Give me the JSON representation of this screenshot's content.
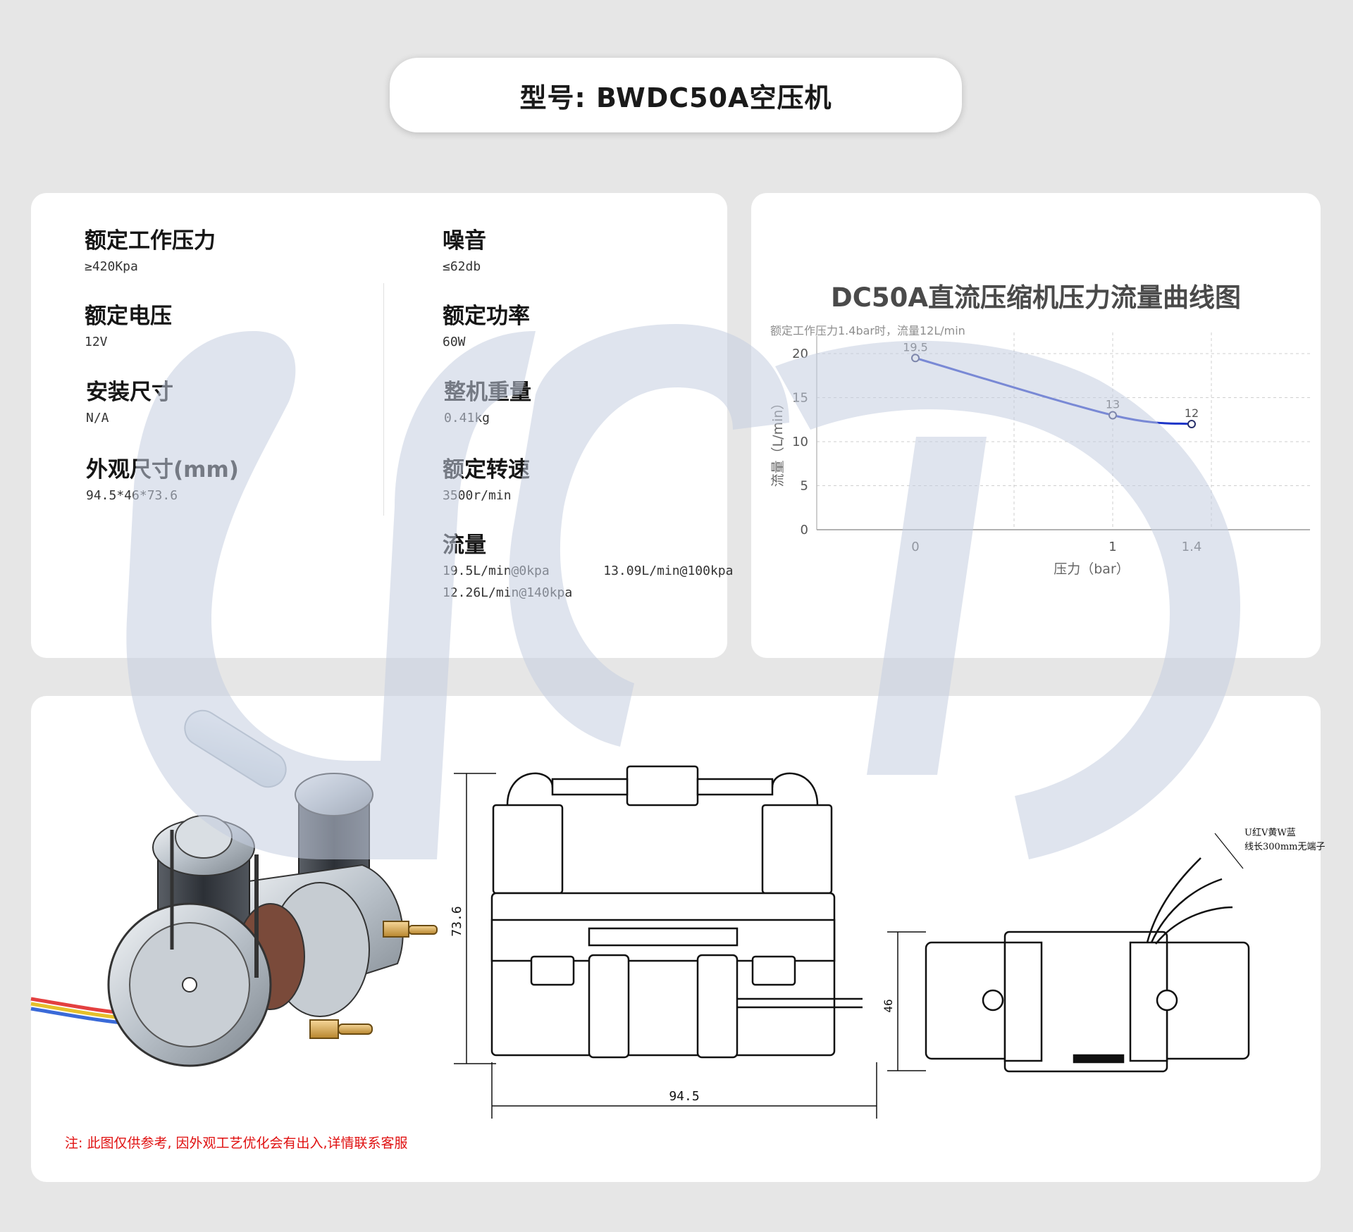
{
  "header": {
    "model_title": "型号: BWDC50A空压机"
  },
  "specs": [
    {
      "label": "额定工作压力",
      "value": "≥420Kpa"
    },
    {
      "label": "噪音",
      "value": "≤62db"
    },
    {
      "label": "额定电压",
      "value": "12V"
    },
    {
      "label": "额定功率",
      "value": "60W"
    },
    {
      "label": "安装尺寸",
      "value": "N/A"
    },
    {
      "label": "整机重量",
      "value": "0.41kg"
    },
    {
      "label": "外观尺寸(mm)",
      "value": "94.5*46*73.6"
    },
    {
      "label": "额定转速",
      "value": "3500r/min"
    }
  ],
  "flow": {
    "label": "流量",
    "values": [
      "19.5L/min@0kpa",
      "13.09L/min@100kpa",
      "12.26L/min@140kpa"
    ]
  },
  "chart_data": {
    "type": "line",
    "title": "DC50A直流压缩机压力流量曲线图",
    "subtitle": "额定工作压力1.4bar时，流量12L/min",
    "xlabel": "压力（bar）",
    "ylabel": "流量（L/min）",
    "x": [
      0,
      1,
      1.4
    ],
    "x_tick_labels": [
      "0",
      "1",
      "1.4"
    ],
    "y_ticks": [
      "0",
      "5",
      "10",
      "15",
      "20"
    ],
    "ylim": [
      0,
      20
    ],
    "grid": true,
    "series": [
      {
        "values": [
          19.5,
          13,
          12
        ],
        "point_labels": [
          "19.5",
          "13",
          "12"
        ]
      }
    ],
    "colors": {
      "line": "#1d35c8"
    }
  },
  "drawings": {
    "height_dim": "73.6",
    "width_dim": "94.5",
    "depth_dim": "46",
    "wire_note_line1": "U红V黄W蓝",
    "wire_note_line2": "线长300mm无端子"
  },
  "note": "注: 此图仅供参考, 因外观工艺优化会有出入,详情联系客服",
  "colors": {
    "accent_red": "#e01010",
    "watermark": "#c5cde0"
  }
}
